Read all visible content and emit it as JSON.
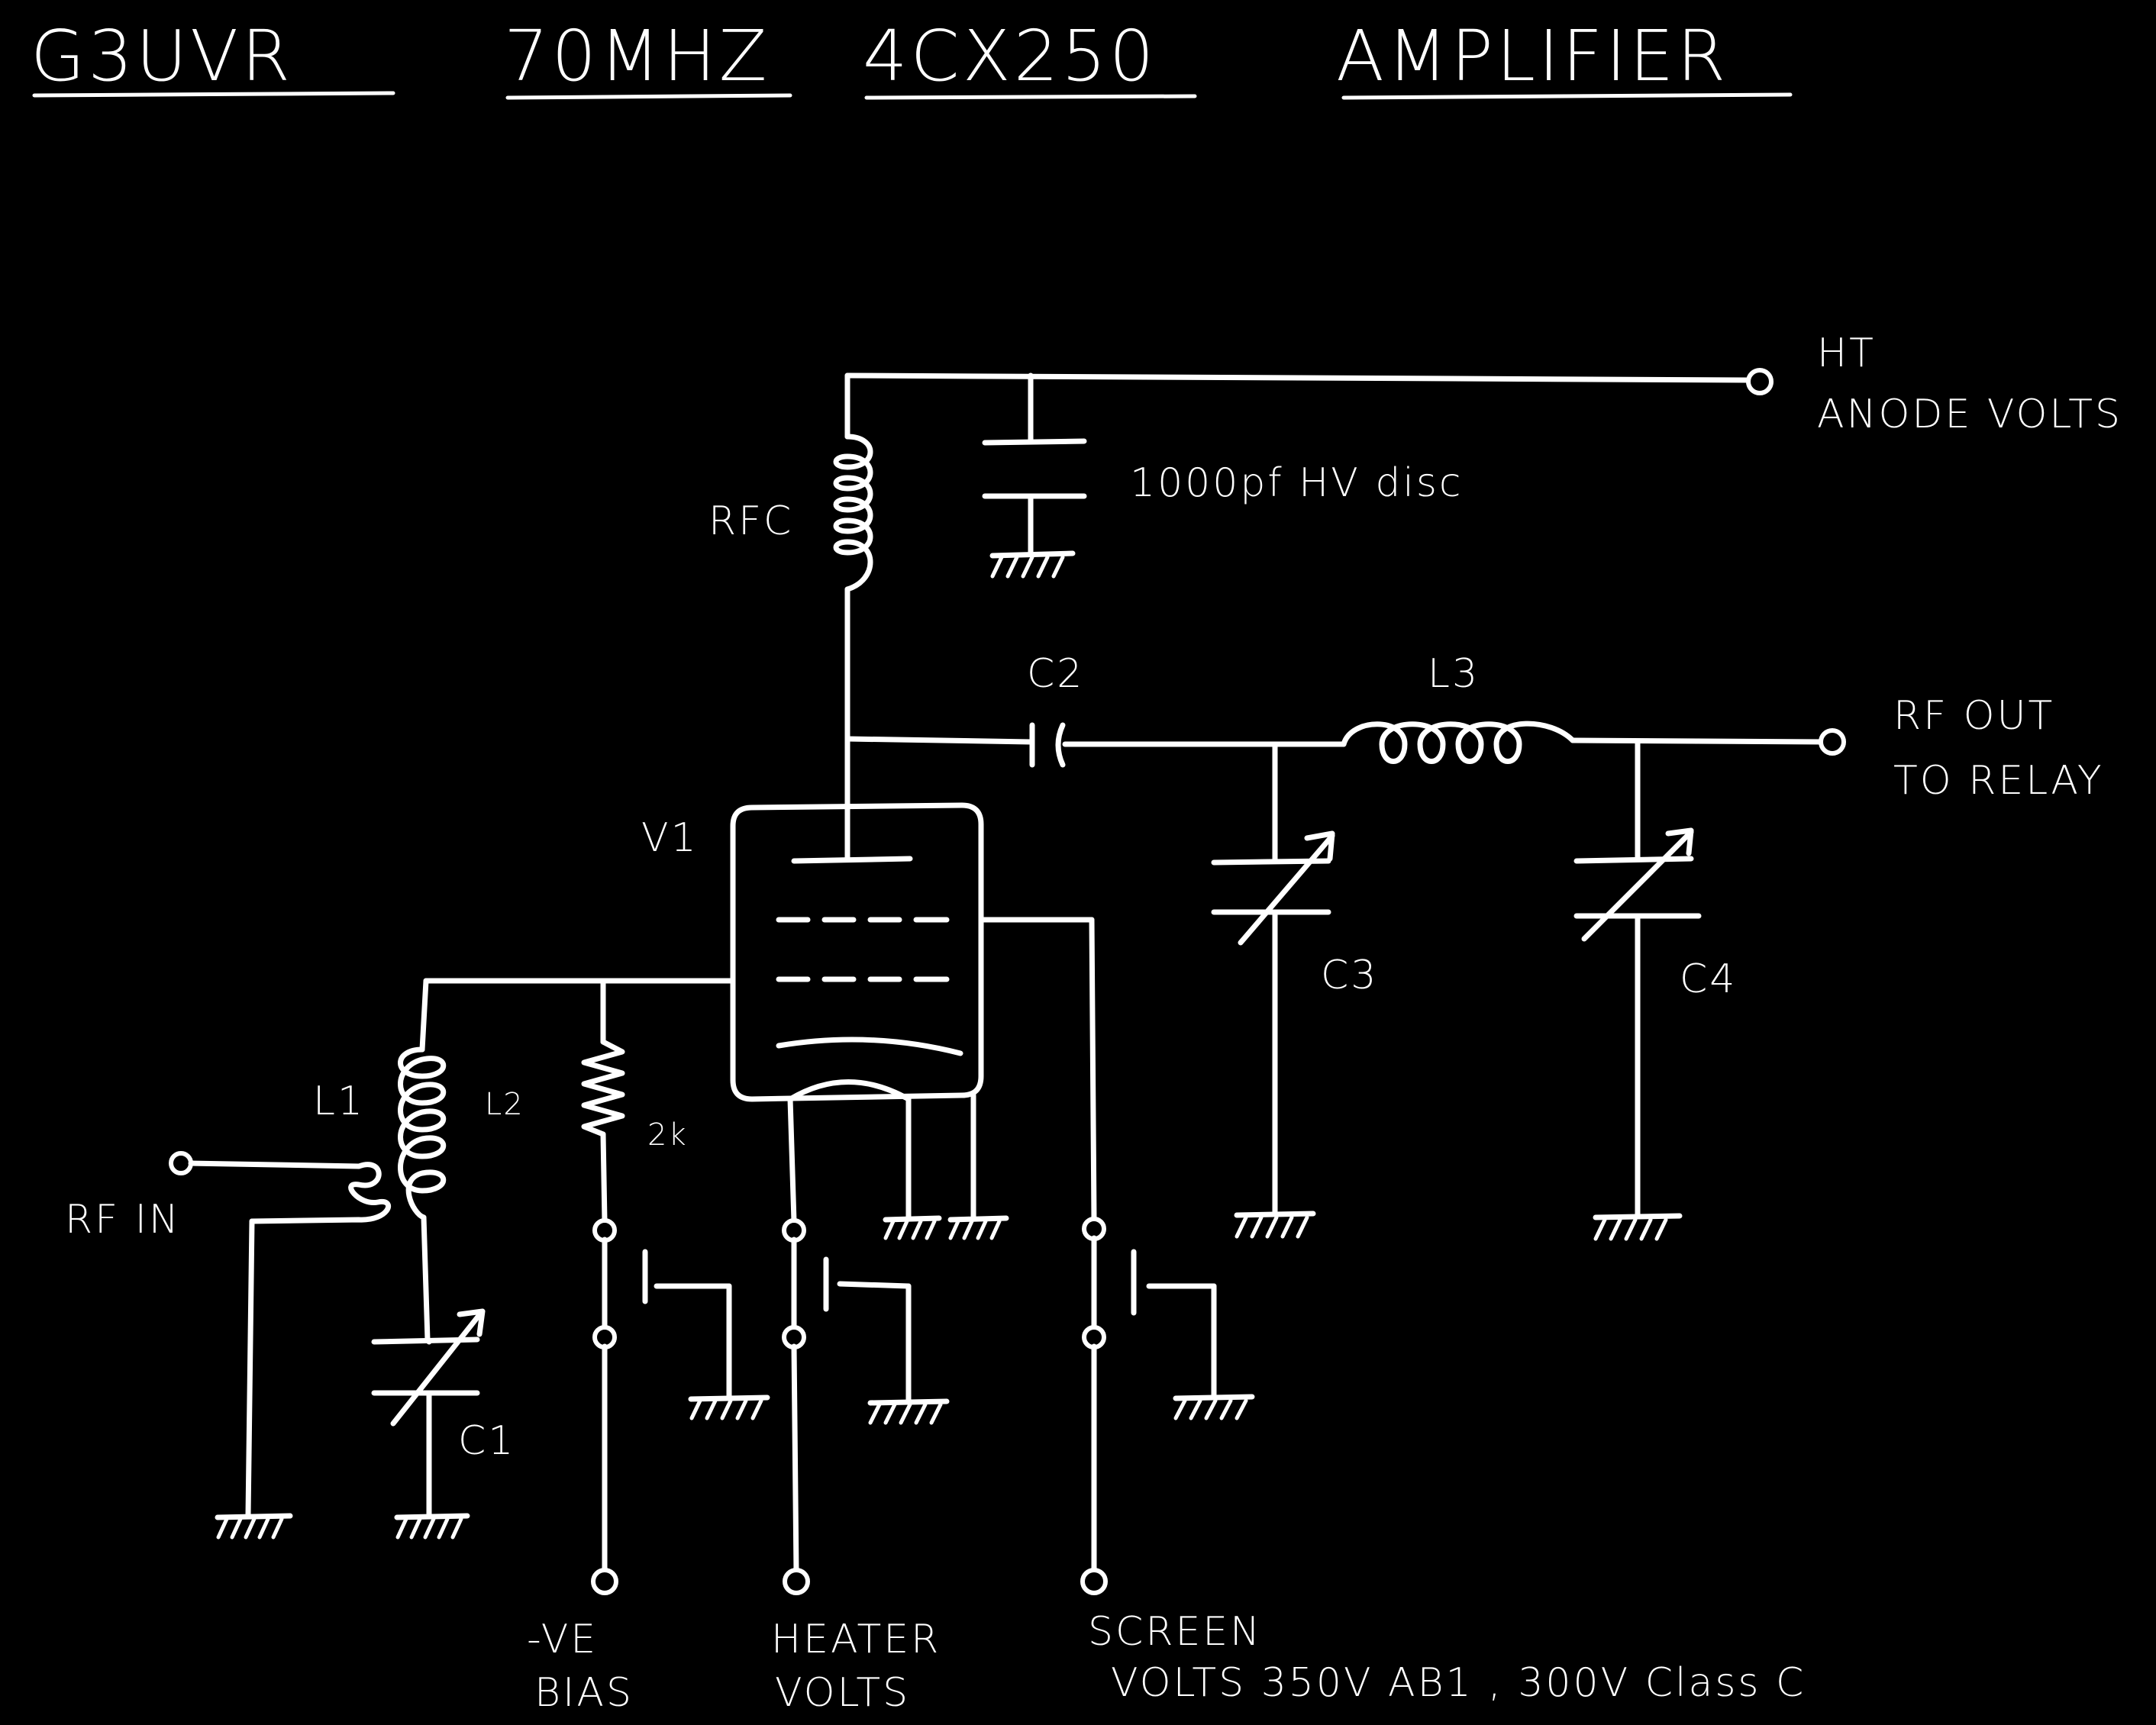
{
  "title": {
    "callsign": "G3UVR",
    "frequency": "70MHZ",
    "valve": "4CX250",
    "word": "AMPLIFIER"
  },
  "labels": {
    "ht_line1": "HT",
    "ht_line2": "ANODE VOLTS",
    "rfc": "RFC",
    "decoupling_cap": "1000pf HV disc",
    "c2": "C2",
    "l3": "L3",
    "rf_out_line1": "RF OUT",
    "rf_out_line2": "TO RELAY",
    "v1": "V1",
    "c3": "C3",
    "c4": "C4",
    "l1": "L1",
    "l2": "L2",
    "r_bias": "2k",
    "rf_in": "RF IN",
    "c1": "C1",
    "bias_line1": "-VE",
    "bias_line2": "BIAS",
    "heater_line1": "HEATER",
    "heater_line2": "VOLTS",
    "screen_line1": "SCREEN",
    "screen_line2": "VOLTS 350V AB1 , 300V Class C"
  }
}
